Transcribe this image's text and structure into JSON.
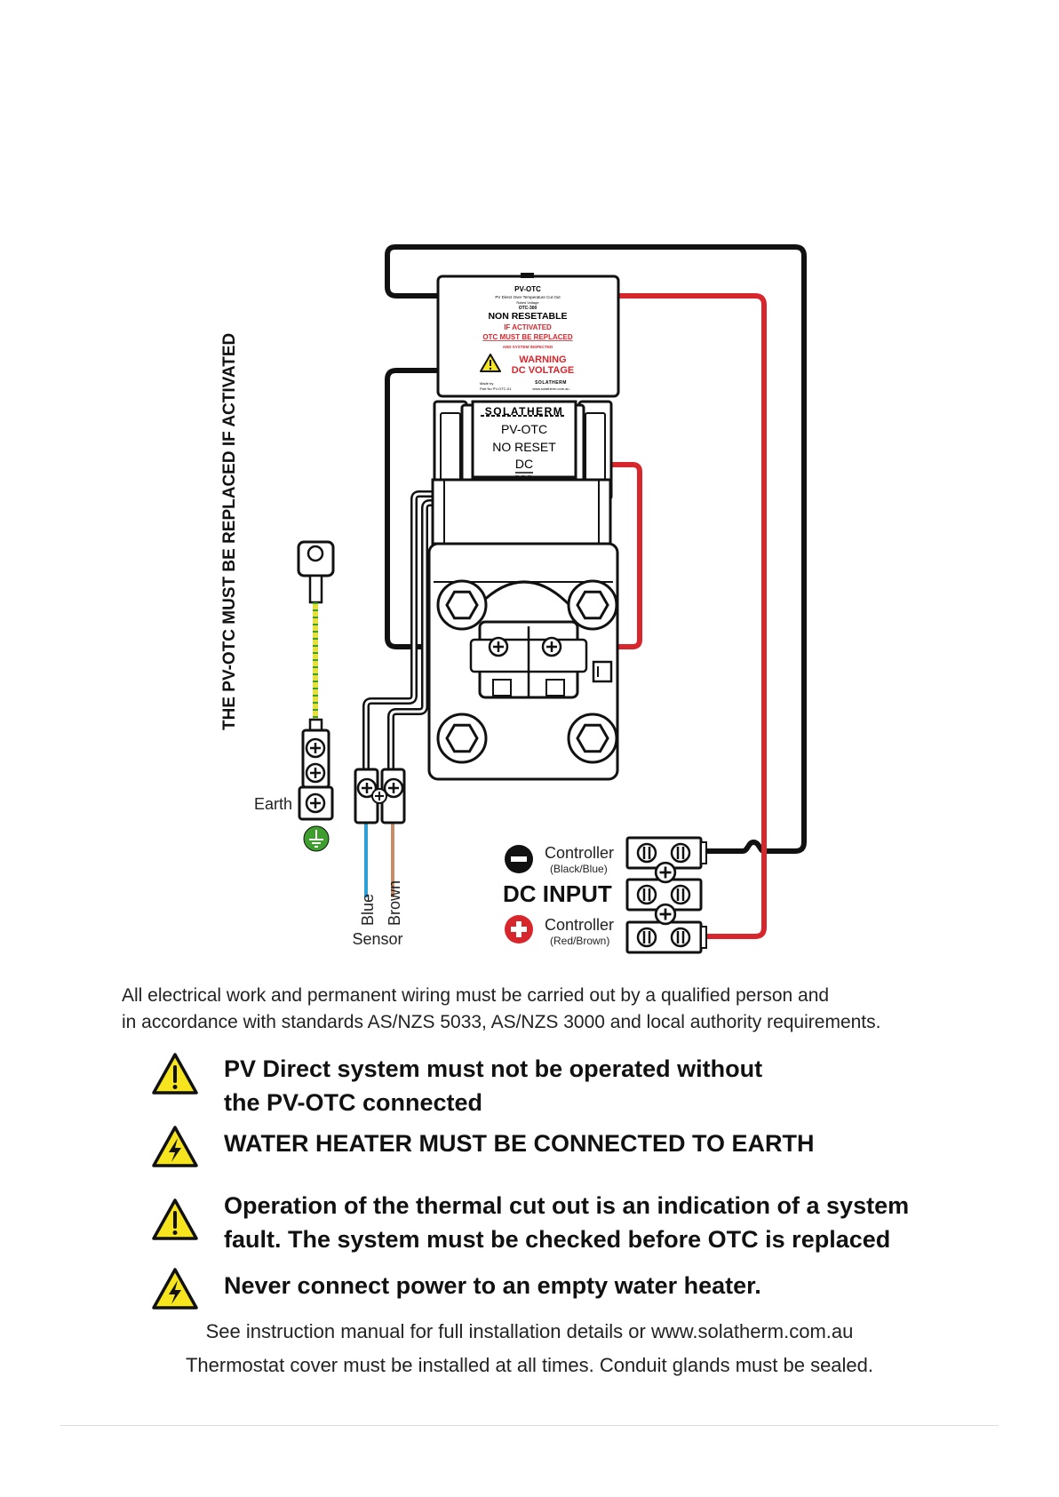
{
  "colors": {
    "wire_black": "#111111",
    "wire_red": "#d7262c",
    "wire_earth_green": "#3e9f2e",
    "wire_earth_yellow": "#e7df3a",
    "wire_blue": "#2f9fd6",
    "wire_brown": "#c68d6a",
    "warning_yellow": "#f6e51e"
  },
  "side_label": "THE PV-OTC MUST BE REPLACED IF ACTIVATED",
  "otc_label": {
    "line1": "PV-OTC",
    "line2": "PV Direct Over Temperature Cut Out",
    "line3": "Rated Voltage",
    "line4": "OTC-300",
    "line5": "NON RESETABLE",
    "line6": "IF ACTIVATED",
    "line7": "OTC MUST BE REPLACED",
    "line8": "AND SYSTEM INSPECTED",
    "warning1": "WARNING",
    "warning2": "DC VOLTAGE",
    "made_by": "Made by",
    "part_no": "Part No PV-OTC-01",
    "brand": "SOLATHERM",
    "website": "www.solatherm.com.au"
  },
  "module_label": {
    "brand": "SOLATHERM",
    "line1": "PV-OTC",
    "line2": "NO RESET",
    "line3": "DC"
  },
  "earth_label": "Earth",
  "sensor": {
    "label": "Sensor",
    "wire1": "Blue",
    "wire2": "Brown"
  },
  "dc_input": {
    "title": "DC INPUT",
    "negative_label": "Controller",
    "negative_sub": "(Black/Blue)",
    "positive_label": "Controller",
    "positive_sub": "(Red/Brown)"
  },
  "notes": {
    "general_1": "All electrical work and permanent wiring must be carried out by a qualified person and",
    "general_2": "in accordance with standards AS/NZS 5033, AS/NZS 3000 and local authority requirements.",
    "warnings": [
      {
        "icon": "exclamation-warning-icon",
        "line1": "PV Direct system must not be operated without",
        "line2": "the PV-OTC connected"
      },
      {
        "icon": "lightning-warning-icon",
        "line1": "WATER HEATER MUST BE CONNECTED TO EARTH",
        "line2": ""
      },
      {
        "icon": "exclamation-warning-icon",
        "line1": "Operation of the thermal cut out is an indication of a system",
        "line2": "fault. The system must be checked before OTC is replaced"
      },
      {
        "icon": "lightning-warning-icon",
        "line1": "Never connect power to an empty water heater.",
        "line2": ""
      }
    ],
    "footer_1": "See instruction manual for full installation details or www.solatherm.com.au",
    "footer_2": "Thermostat cover must be installed at all times. Conduit glands must be sealed."
  }
}
